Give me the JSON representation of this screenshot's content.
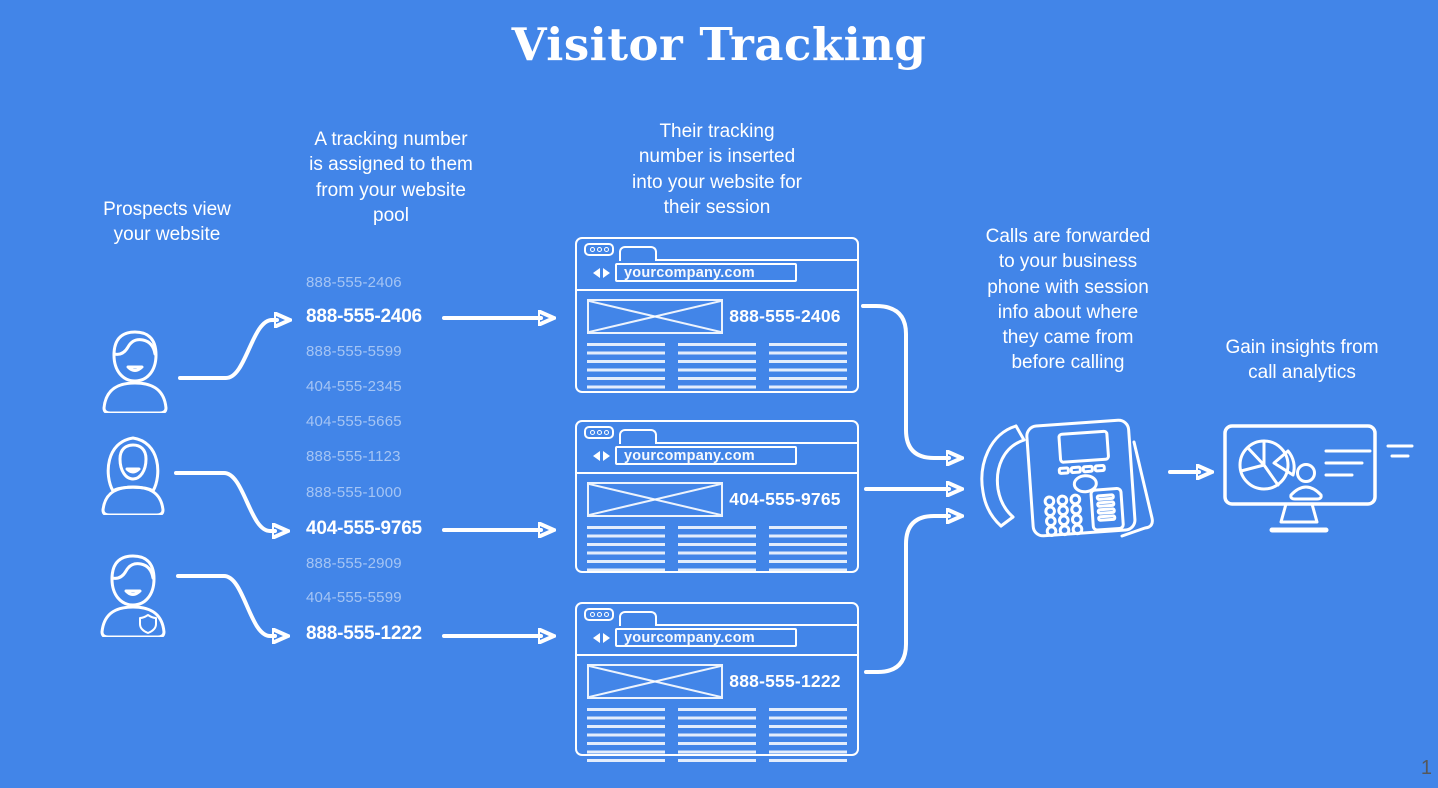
{
  "title": "Visitor Tracking",
  "page_number": "1",
  "colors": {
    "background": "#4285E8",
    "text": "#FFFFFF",
    "faded_number": "rgba(255,255,255,0.52)",
    "page_number": "#55585C"
  },
  "labels": {
    "prospects": "Prospects view\nyour website",
    "pool": "A tracking number\nis assigned to them\nfrom your website\npool",
    "insert": "Their tracking\nnumber is inserted\ninto your website for\ntheir session",
    "calls": "Calls are forwarded\nto your business\nphone with  session\ninfo about where\nthey came from\nbefore calling",
    "insights": "Gain insights from\ncall analytics"
  },
  "pool": {
    "numbers": [
      {
        "value": "888-555-2406",
        "assigned": false
      },
      {
        "value": "888-555-2406",
        "assigned": true
      },
      {
        "value": "888-555-5599",
        "assigned": false
      },
      {
        "value": "404-555-2345",
        "assigned": false
      },
      {
        "value": "404-555-5665",
        "assigned": false
      },
      {
        "value": "888-555-1123",
        "assigned": false
      },
      {
        "value": "888-555-1000",
        "assigned": false
      },
      {
        "value": "404-555-9765",
        "assigned": true
      },
      {
        "value": "888-555-2909",
        "assigned": false
      },
      {
        "value": "404-555-5599",
        "assigned": false
      },
      {
        "value": "888-555-1222",
        "assigned": true
      }
    ]
  },
  "browsers": [
    {
      "url": "yourcompany.com",
      "number": "888-555-2406"
    },
    {
      "url": "yourcompany.com",
      "number": "404-555-9765"
    },
    {
      "url": "yourcompany.com",
      "number": "888-555-1222"
    }
  ],
  "icons": {
    "visitor1": "male-visitor-icon",
    "visitor2": "female-visitor-icon",
    "visitor3": "male-visitor-badge-icon",
    "phone": "desk-phone-icon",
    "analytics": "analytics-monitor-icon"
  }
}
